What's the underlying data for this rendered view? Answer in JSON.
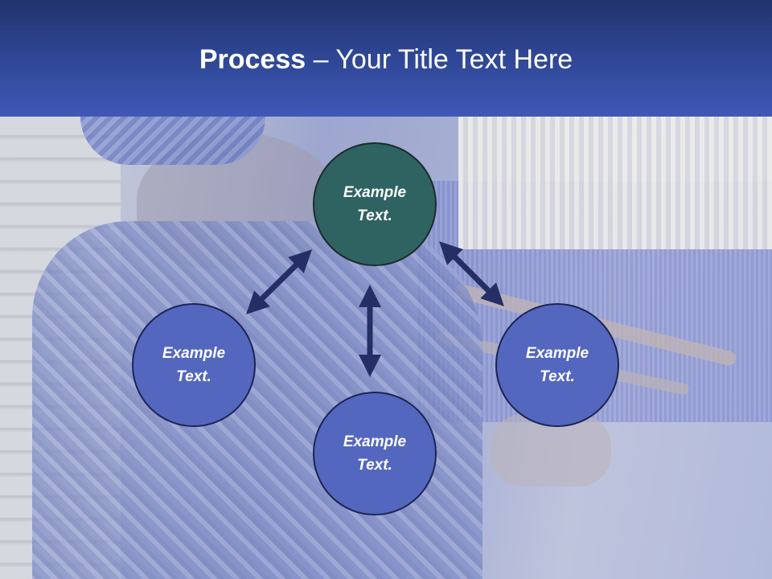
{
  "header": {
    "title_bold": "Process",
    "title_rest": " – Your Title Text Here"
  },
  "diagram": {
    "nodes": [
      {
        "id": "top",
        "label": "Example Text."
      },
      {
        "id": "left",
        "label": "Example Text."
      },
      {
        "id": "right",
        "label": "Example Text."
      },
      {
        "id": "bottom",
        "label": "Example Text."
      }
    ],
    "arrow_color": "#262e66",
    "top_node_color": "#2f6362",
    "node_color": "#5467bf"
  },
  "background": {
    "description_icon": "weaving-photo"
  }
}
